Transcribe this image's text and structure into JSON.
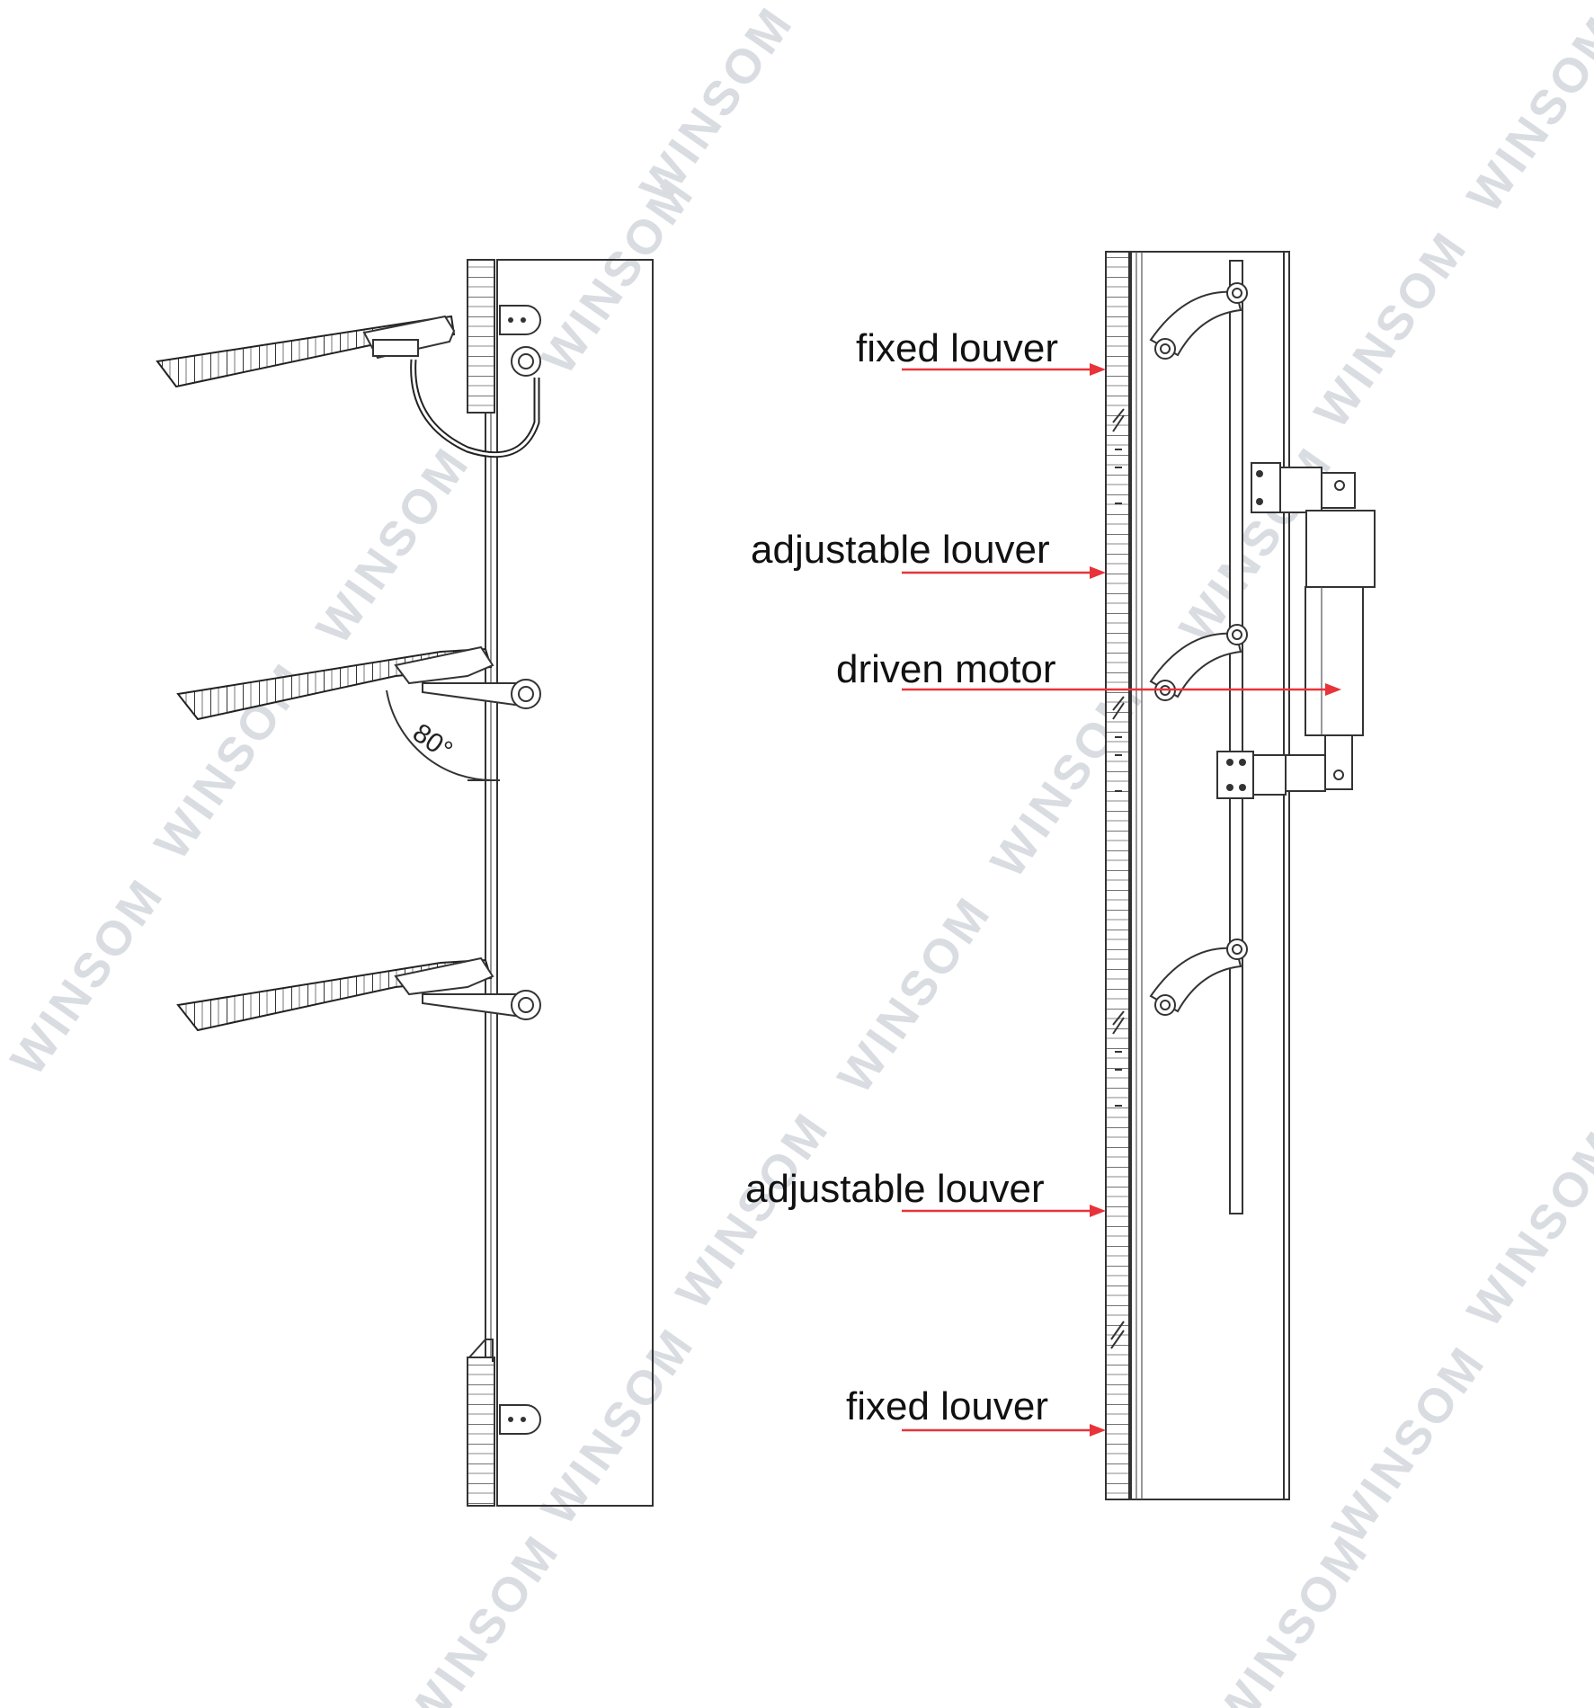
{
  "watermark": {
    "text": "WINSOM",
    "color": "#d9dde2"
  },
  "left_diagram": {
    "angle_label": "80°"
  },
  "right_diagram": {
    "labels": {
      "fixed_louver_top": "fixed louver",
      "adjustable_louver_upper": "adjustable louver",
      "driven_motor": "driven motor",
      "adjustable_louver_lower": "adjustable louver",
      "fixed_louver_bottom": "fixed louver"
    },
    "arrow_color": "#e8333a"
  }
}
